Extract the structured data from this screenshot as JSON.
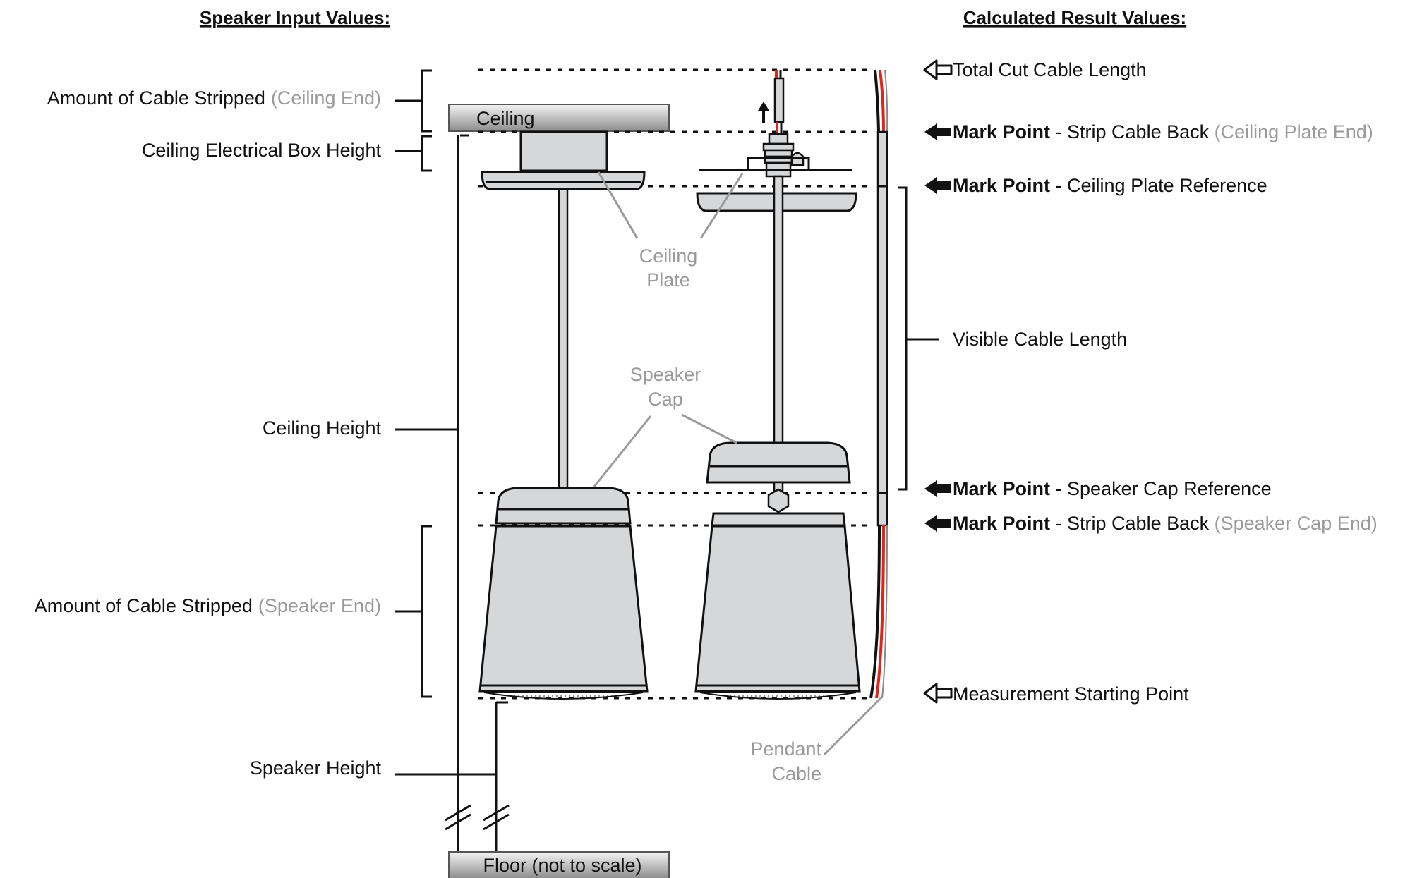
{
  "headers": {
    "inputs": "Speaker Input Values:",
    "results": "Calculated Result Values:"
  },
  "left_labels": {
    "cable_stripped_ceiling": "Amount of Cable Stripped",
    "cable_stripped_ceiling_note": "(Ceiling End)",
    "box_height": "Ceiling Electrical Box Height",
    "ceiling_height": "Ceiling Height",
    "cable_stripped_speaker": "Amount of Cable Stripped",
    "cable_stripped_speaker_note": "(Speaker End)",
    "speaker_height": "Speaker Height"
  },
  "diagram_labels": {
    "ceiling": "Ceiling",
    "floor": "Floor (not to scale)",
    "ceiling_plate_1": "Ceiling",
    "ceiling_plate_2": "Plate",
    "speaker_cap_1": "Speaker",
    "speaker_cap_2": "Cap",
    "pendant_cable_1": "Pendant",
    "pendant_cable_2": "Cable"
  },
  "right_labels": {
    "total_cut": "Total Cut Cable Length",
    "mark_point": "Mark Point",
    "strip_ceiling": " - Strip Cable Back ",
    "strip_ceiling_note": "(Ceiling Plate End)",
    "plate_ref": " - Ceiling Plate Reference",
    "visible_length": "Visible Cable Length",
    "cap_ref": " - Speaker Cap Reference",
    "strip_speaker": " - Strip Cable Back ",
    "strip_speaker_note": "(Speaker Cap End)",
    "start_point": "Measurement Starting Point"
  },
  "colors": {
    "part_fill": "#d6d7d9",
    "annotation_gray": "#9a9a9a",
    "wire_red": "#e0261b",
    "ink": "#111111"
  },
  "icons": {
    "outline_arrow": "hollow-left-arrow-icon",
    "solid_arrow": "solid-left-arrow-icon",
    "up_arrow": "up-arrow-icon"
  }
}
